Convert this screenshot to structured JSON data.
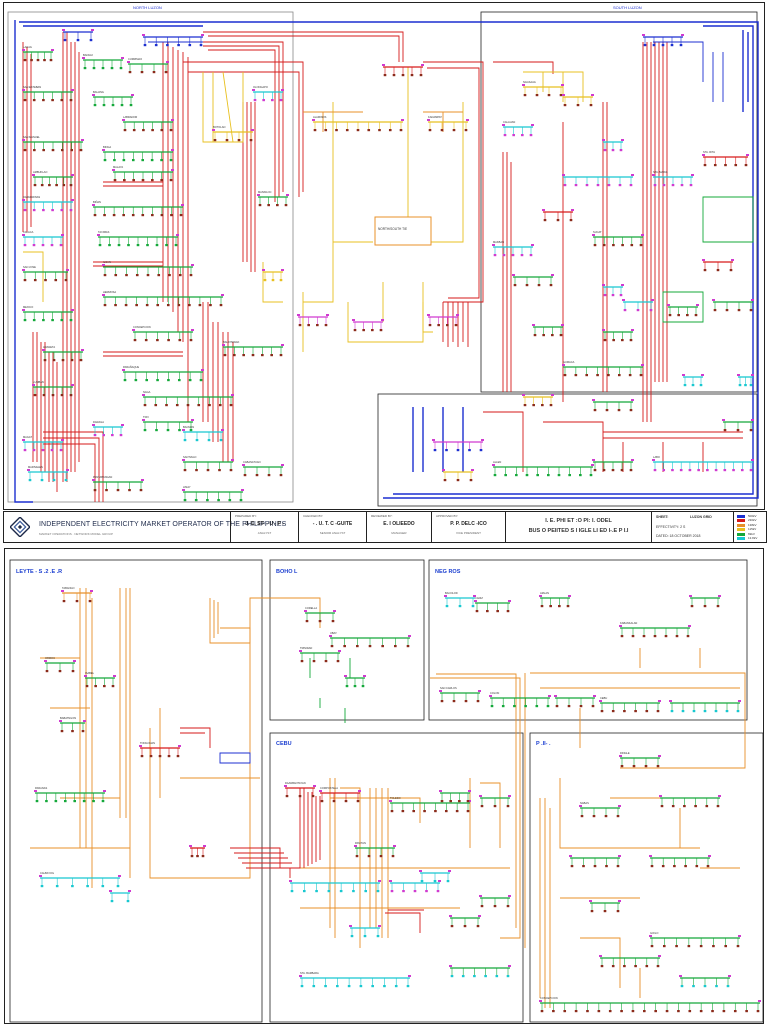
{
  "sheet1": {
    "top_labels": [
      "NORTH LUZON",
      "SOUTH LUZON"
    ],
    "center_node": "NORTH/SOUTH TIE",
    "node_labels": [
      "LAOAG",
      "BANGUI",
      "CURRIMAO",
      "SAN ESTEBAN",
      "BAUANG",
      "LABRADOR",
      "SAN MANUEL",
      "BINGA",
      "AMBUKLAO",
      "MALAYA",
      "DASMARINAS",
      "BIÑAN",
      "CALACA",
      "TAYABAS",
      "ILIJAN",
      "SAN JOSE",
      "HERMOSA",
      "MEXICO",
      "CONCEPCION",
      "BALINTAWAK",
      "ARANETA",
      "PARAÑAQUE",
      "LUMBAN",
      "NAGA",
      "TIWI",
      "DARAGA",
      "BACMAN",
      "MAGAT",
      "SANTIAGO",
      "CABANATUAN",
      "PANTABANGAN",
      "LIMAY",
      "MARIVELES",
      "OLONGAPO",
      "BOTOLAN",
      "MASINLOC",
      "ALAMINOS",
      "KADAMPAT",
      "NAGSAAG",
      "CALAUAN",
      "STA. RITA",
      "STA. MARIA",
      "SUCAT",
      "MAKBAN",
      "GUMACA",
      "LABO",
      "ALLEN"
    ]
  },
  "title_block": {
    "org_name": "INDEPENDENT ELECTRICITY MARKET OPERATOR OF THE PHILIPPINES",
    "org_sub": "MARKET OPERATIONS · NETWORK MODEL GROUP",
    "prepared_caption": "PREPARED BY:",
    "prepared_name": "J. C. ST- - U - P -",
    "prepared_pos": "ANALYST",
    "checked_caption": "CHECKED BY:",
    "checked_name": "- . U. T. C -GUITE",
    "checked_pos": "SENIOR ANALYST",
    "reviewed_caption": "REVIEWED BY:",
    "reviewed_name": "E. I OLIEEDO",
    "reviewed_pos": "MANAGER",
    "approved_caption": "APPROVED BY:",
    "approved_name": "P. P. DELC -ICO",
    "approved_pos": "VICE PRESIDENT",
    "title_line1": "I. E. PHI ET :O PI: I. ODEL",
    "title_line2": "BUS O PEIITED S I IGLE LI ED I-.E P I.I",
    "sheet_caption": "SHEET:",
    "sheet_value": "LUZON GRID",
    "date_line": "EFFECTIVITY: 2 S",
    "date_line2": "DATED: 18 OCTOBER 2018",
    "legend": [
      {
        "label": "500kV",
        "color": "#1c2fd0"
      },
      {
        "label": "230kV",
        "color": "#d61a1a"
      },
      {
        "label": "138kV",
        "color": "#e8902a"
      },
      {
        "label": "115kV",
        "color": "#e8c020"
      },
      {
        "label": "69kV",
        "color": "#14a83a"
      },
      {
        "label": "13.8kV",
        "color": "#18c8d0"
      }
    ]
  },
  "sheet2": {
    "regions": [
      {
        "id": "leyte",
        "label": "LEYTE - S .2 .E .R"
      },
      {
        "id": "bohol",
        "label": "BOHO L"
      },
      {
        "id": "negros",
        "label": "NEG ROS"
      },
      {
        "id": "cebu",
        "label": "CEBU"
      },
      {
        "id": "panay",
        "label": "P .II- ."
      }
    ],
    "node_labels": [
      "TABANGO",
      "ORMOC",
      "ISABEL",
      "BABATNGON",
      "PARANAS",
      "CALBAYOG",
      "TONGONAN",
      "CORELLA",
      "UBAY",
      "TRINIDAD",
      "BACOLOD",
      "CADIZ",
      "AMLAN",
      "KABANKALAN",
      "SAN CARLOS",
      "COLON",
      "CEBU",
      "DAANBANTAYAN",
      "COMPOSTELA",
      "TOLEDO",
      "PANITAN",
      "STA. BARBARA",
      "DINGLE",
      "NABAS",
      "ILOILO",
      "CONCEPCION"
    ]
  }
}
